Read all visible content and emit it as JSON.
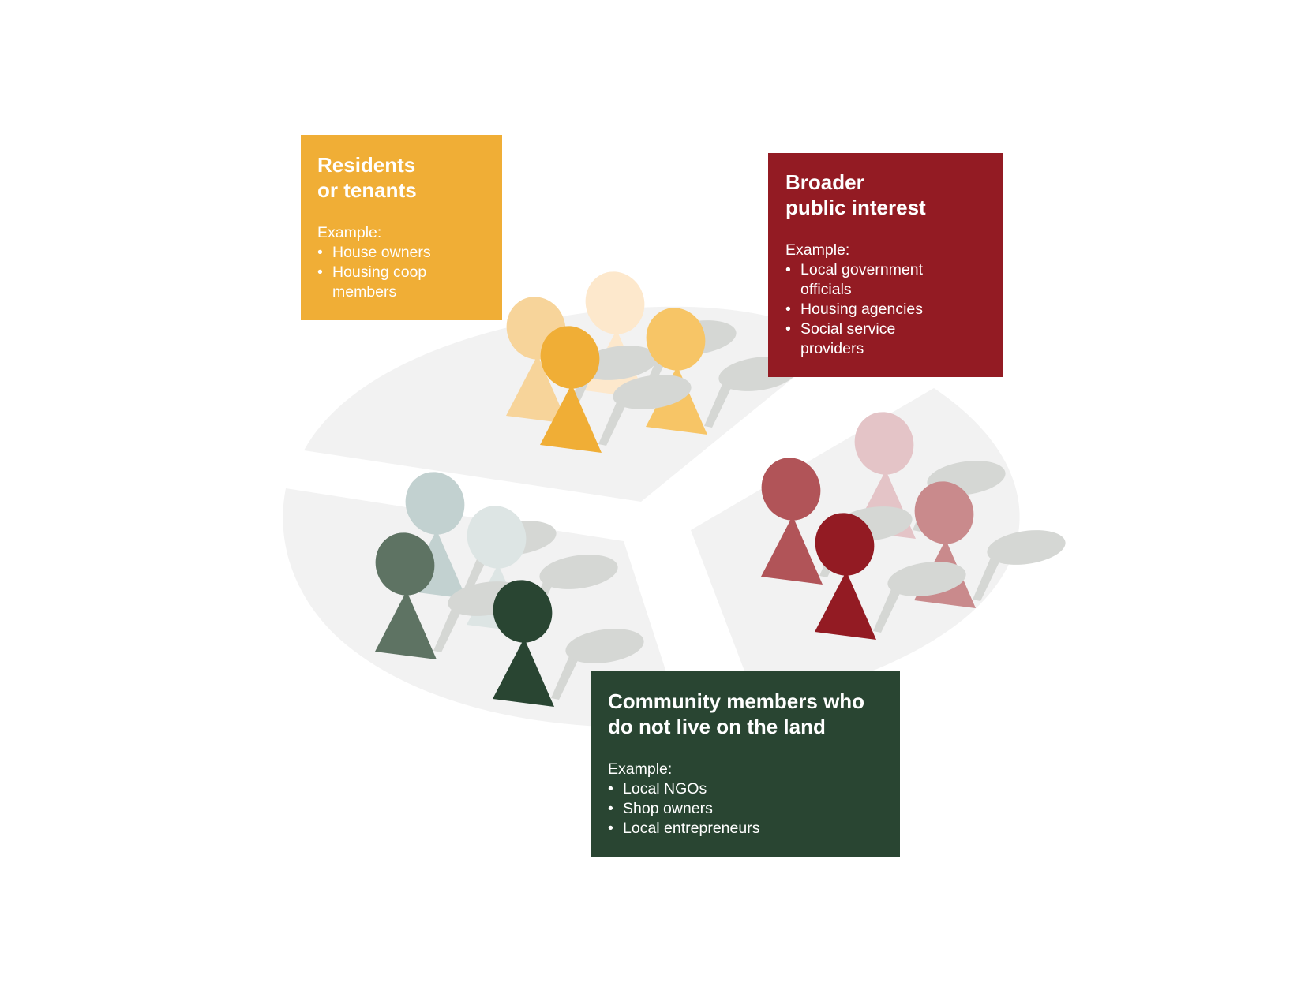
{
  "colors": {
    "plate": "#f2f2f2",
    "shadow": "#d5d7d4",
    "residents": "#f0ae36",
    "public": "#931b23",
    "community": "#294532",
    "text": "#ffffff"
  },
  "groups": [
    {
      "id": "residents",
      "title_lines": [
        "Residents",
        "or tenants"
      ],
      "example_label": "Example:",
      "examples": [
        "House owners",
        "Housing coop members"
      ],
      "figure_colors": [
        "#f7d49a",
        "#fde8cc",
        "#f0ae36",
        "#f7c566"
      ]
    },
    {
      "id": "public",
      "title_lines": [
        "Broader",
        "public interest"
      ],
      "example_label": "Example:",
      "examples": [
        "Local government officials",
        "Housing agencies",
        "Social service providers"
      ],
      "figure_colors": [
        "#e4c4c7",
        "#b15458",
        "#c98a8c",
        "#931b23"
      ]
    },
    {
      "id": "community",
      "title_lines": [
        "Community members who",
        "do not live on the land"
      ],
      "example_label": "Example:",
      "examples": [
        "Local NGOs",
        "Shop owners",
        "Local entrepreneurs"
      ],
      "figure_colors": [
        "#c2d1d0",
        "#dde5e4",
        "#5e7363",
        "#294532"
      ]
    }
  ]
}
